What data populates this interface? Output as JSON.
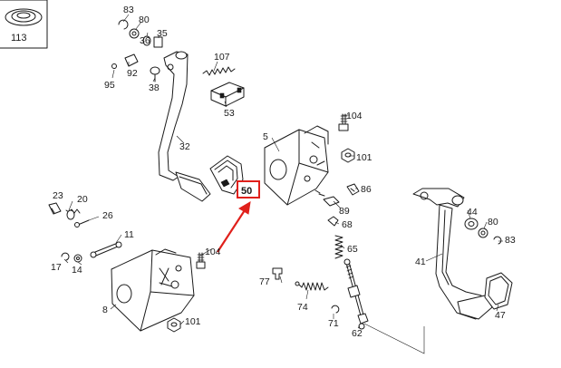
{
  "diagram": {
    "labels": {
      "p113": "113",
      "p83a": "83",
      "p80a": "80",
      "p36": "36",
      "p35": "35",
      "p107": "107",
      "p95": "95",
      "p92": "92",
      "p38": "38",
      "p53": "53",
      "p32": "32",
      "p5": "5",
      "p104a": "104",
      "p101a": "101",
      "p86": "86",
      "p89": "89",
      "p50": "50",
      "p23": "23",
      "p20": "20",
      "p26": "26",
      "p11": "11",
      "p17": "17",
      "p14": "14",
      "p104b": "104",
      "p8": "8",
      "p101b": "101",
      "p68": "68",
      "p65": "65",
      "p77": "77",
      "p74": "74",
      "p71": "71",
      "p62": "62",
      "p44": "44",
      "p80b": "80",
      "p83b": "83",
      "p41": "41",
      "p47": "47"
    },
    "highlight": {
      "color": "#e0201b"
    }
  }
}
